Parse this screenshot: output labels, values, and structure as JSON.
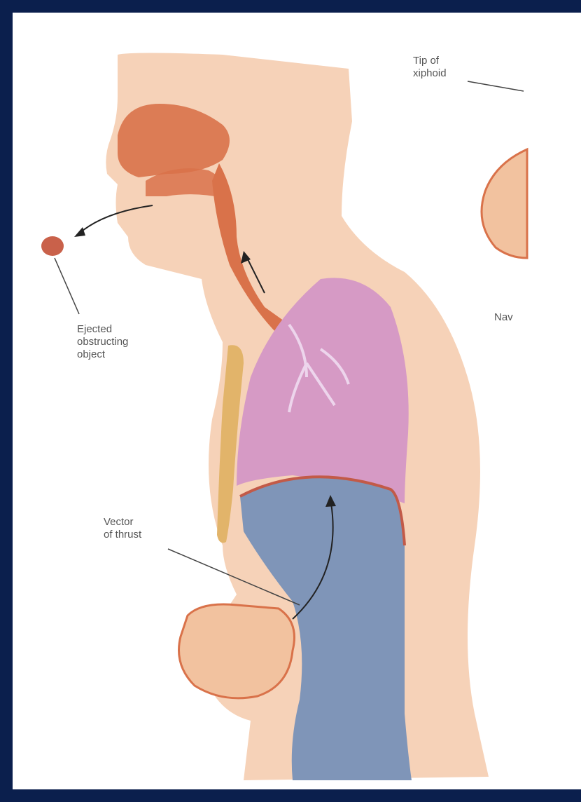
{
  "labels": {
    "tip_of_xiphoid": "Tip of\nxiphoid",
    "ejected_object": "Ejected\nobstructing\nobject",
    "vector_of_thrust": "Vector\nof thrust",
    "navel_partial": "Nav"
  },
  "colors": {
    "frame": "#0b1f4d",
    "skin": "#f6d2b8",
    "airway": "#d9724a",
    "lung": "#d69ac5",
    "diaphragm_region": "#7f95b8",
    "spine": "#e2b46a"
  }
}
